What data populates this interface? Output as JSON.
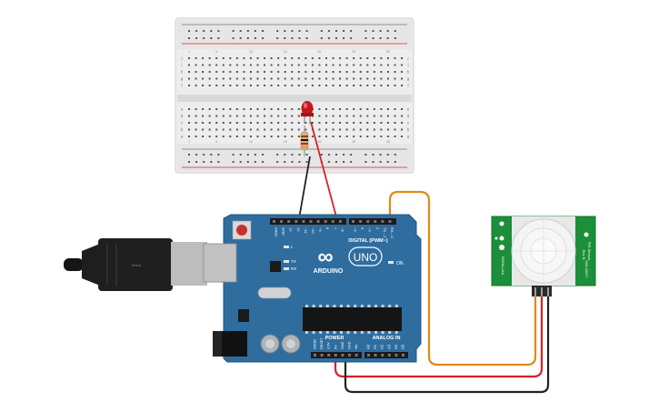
{
  "arduino": {
    "brand_text": "ARDUINO",
    "model_text": "UNO",
    "digital_header_label": "DIGITAL (PWM~)",
    "power_label": "POWER",
    "analog_label": "ANALOG IN",
    "on_label": "ON",
    "tx_label": "TX",
    "rx_label": "RX",
    "l_label": "L",
    "digital_pins": [
      "AREF",
      "GND",
      "13",
      "12",
      "~11",
      "~10",
      "~9",
      "8",
      "7",
      "~6",
      "~5",
      "4",
      "~3",
      "2",
      "TX→1",
      "RX←0"
    ],
    "power_pins": [
      "IOREF",
      "RESET",
      "3.3V",
      "5V",
      "GND",
      "GND",
      "Vin"
    ],
    "analog_pins": [
      "A0",
      "A1",
      "A2",
      "A3",
      "A4",
      "A5"
    ]
  },
  "breadboard": {
    "row_letters_top": [
      "j",
      "i",
      "h",
      "g",
      "f"
    ],
    "row_letters_bottom": [
      "e",
      "d",
      "c",
      "b",
      "a"
    ],
    "column_numbers": [
      "1",
      "5",
      "10",
      "15",
      "20",
      "25",
      "30"
    ]
  },
  "pir_sensor": {
    "side_text_1": "PIR Sensor",
    "side_text_2": "Rev B",
    "side_text_3": "555-28027",
    "brand": "PARALLAX"
  },
  "colors": {
    "board_blue": "#2f6d9f",
    "wire_red": "#d9222a",
    "wire_black": "#222222",
    "wire_orange": "#e08a14",
    "sensor_green": "#1c8f3a",
    "led_red": "#c0191e"
  }
}
